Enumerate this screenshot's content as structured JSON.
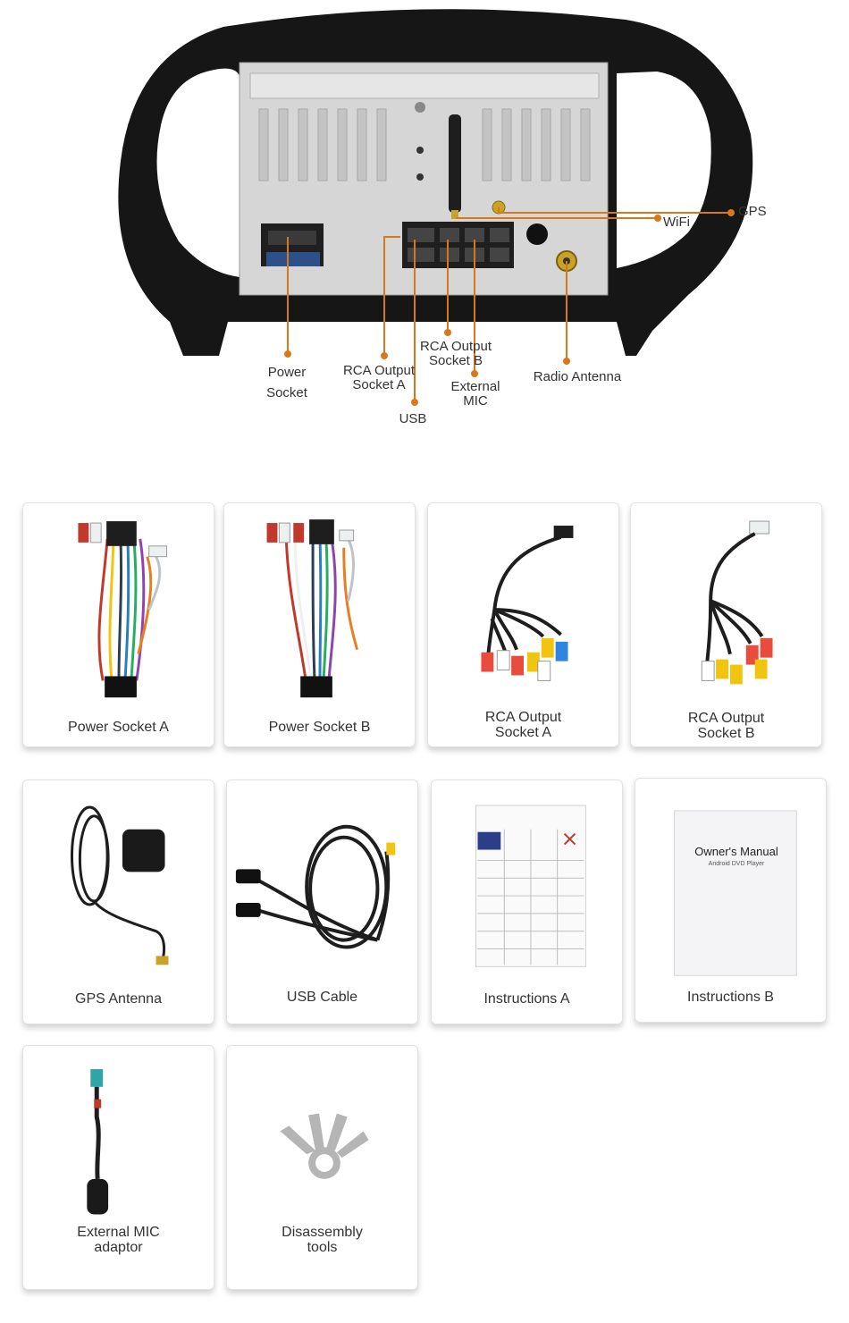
{
  "diagram": {
    "labels": {
      "gps": "GPS",
      "wifi": "WiFi",
      "power_socket": "Power\nSocket",
      "rca_a": "RCA Output\nSocket A",
      "rca_b": "RCA Output\nSocket B",
      "usb": "USB",
      "ext_mic": "External\nMIC",
      "radio_antenna": "Radio Antenna"
    },
    "accent_color": "#d9781a",
    "bezel_color": "#161616",
    "chassis_color": "#d9d9d9"
  },
  "accessories": [
    {
      "id": "power-socket-a",
      "caption": "Power Socket  A",
      "icon": "wiring-harness-icon"
    },
    {
      "id": "power-socket-b",
      "caption": "Power Socket  B",
      "icon": "wiring-harness-icon"
    },
    {
      "id": "rca-output-socket-a",
      "caption": "RCA Output\nSocket A",
      "icon": "rca-cable-icon"
    },
    {
      "id": "rca-output-socket-b",
      "caption": "RCA Output\nSocket B",
      "icon": "rca-cable-icon"
    },
    {
      "id": "gps-antenna",
      "caption": "GPS Antenna",
      "icon": "gps-antenna-icon"
    },
    {
      "id": "usb-cable",
      "caption": "USB Cable",
      "icon": "usb-cable-icon"
    },
    {
      "id": "instructions-a",
      "caption": "Instructions A",
      "icon": "instruction-sheet-icon"
    },
    {
      "id": "instructions-b",
      "caption": "Instructions B",
      "icon": "owners-manual-icon",
      "booklet_title": "Owner's Manual",
      "booklet_subtitle": "Android DVD Player"
    },
    {
      "id": "external-mic-adaptor",
      "caption": "External MIC\nadaptor",
      "icon": "mic-adaptor-icon"
    },
    {
      "id": "disassembly-tools",
      "caption": "Disassembly\ntools",
      "icon": "pry-tool-icon"
    }
  ]
}
